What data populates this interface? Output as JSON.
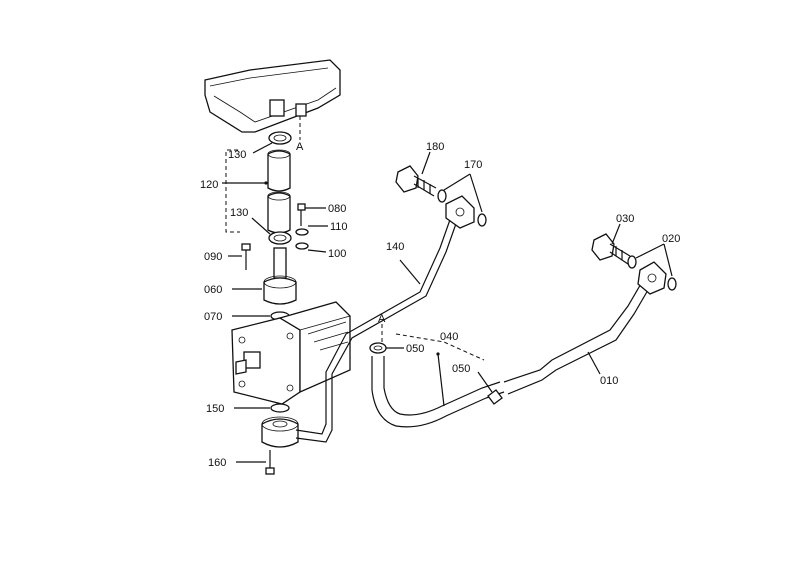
{
  "labels": {
    "p010": "010",
    "p020": "020",
    "p030": "030",
    "p040": "040",
    "p050a": "050",
    "p050b": "050",
    "p060": "060",
    "p070": "070",
    "p080": "080",
    "p090": "090",
    "p100": "100",
    "p110": "110",
    "p120": "120",
    "p130a": "130",
    "p130b": "130",
    "p140": "140",
    "p150": "150",
    "p160": "160",
    "p170": "170",
    "p180": "180",
    "refA1": "A",
    "refA2": "A"
  }
}
